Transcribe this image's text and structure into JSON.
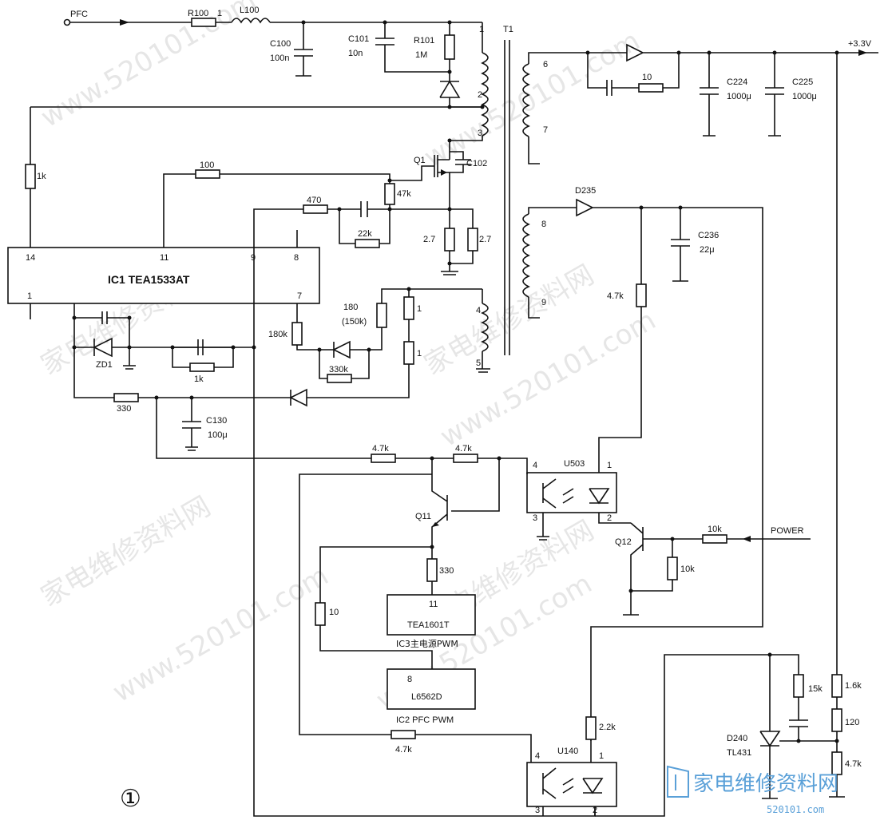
{
  "nets": {
    "pfc": "PFC",
    "v33": "+3.3V",
    "power": "POWER"
  },
  "components": {
    "r100": "R100",
    "r100_pin": "1",
    "l100": "L100",
    "c100": "C100",
    "c100_val": "100n",
    "c101": "C101",
    "c101_val": "10n",
    "r101": "R101",
    "r101_val": "1M",
    "t1": "T1",
    "q1": "Q1",
    "c102": "C102",
    "r_1k_left": "1k",
    "r_100": "100",
    "r_47k": "47k",
    "r_470": "470",
    "r_22k": "22k",
    "r_27a": "2.7",
    "r_27b": "2.7",
    "ic1": "IC1 TEA1533AT",
    "r_180k": "180k",
    "r_180d": "180",
    "r_150k": "(150k)",
    "r_330k": "330k",
    "r_1a": "1",
    "r_1b": "1",
    "zd1": "ZD1",
    "r_1k_mid": "1k",
    "r_330_low": "330",
    "c130": "C130",
    "c130_val": "100μ",
    "c224": "C224",
    "c224_val": "1000μ",
    "c225": "C225",
    "c225_val": "1000μ",
    "r_10_top": "10",
    "d235": "D235",
    "c236": "C236",
    "c236_val": "22μ",
    "r_47k_out": "4.7k",
    "r_47k_a": "4.7k",
    "r_47k_b": "4.7k",
    "u503": "U503",
    "q11": "Q11",
    "q12": "Q12",
    "r_10k_in": "10k",
    "r_10k_pd": "10k",
    "r_330_q11": "330",
    "r_10_left": "10",
    "ic3_label": "TEA1601T",
    "ic3_caption": "IC3主电源PWM",
    "ic2_label": "L6562D",
    "ic2_caption": "IC2 PFC PWM",
    "r_47k_bottom": "4.7k",
    "u140": "U140",
    "r_22k_out": "2.2k",
    "r_15k": "15k",
    "r_16k": "1.6k",
    "r_120": "120",
    "r_47k_tl": "4.7k",
    "d240": "D240",
    "tl431": "TL431",
    "figure_no": "①"
  },
  "pins": {
    "ic1": [
      "14",
      "11",
      "9",
      "8",
      "1",
      "7"
    ],
    "ic3": "11",
    "ic2": "8",
    "t1_primary": [
      "1",
      "2",
      "3"
    ],
    "t1_aux": [
      "4",
      "5"
    ],
    "t1_sec_a": [
      "6",
      "7"
    ],
    "t1_sec_b": [
      "8",
      "9"
    ],
    "u503": [
      "4",
      "1",
      "3",
      "2"
    ],
    "u140": [
      "4",
      "1",
      "3",
      "2"
    ]
  },
  "watermark": {
    "url": "www.520101.com",
    "cn": "家电维修资料网"
  },
  "logo": {
    "cn": "家电维修资料网",
    "url": "520101.com"
  }
}
